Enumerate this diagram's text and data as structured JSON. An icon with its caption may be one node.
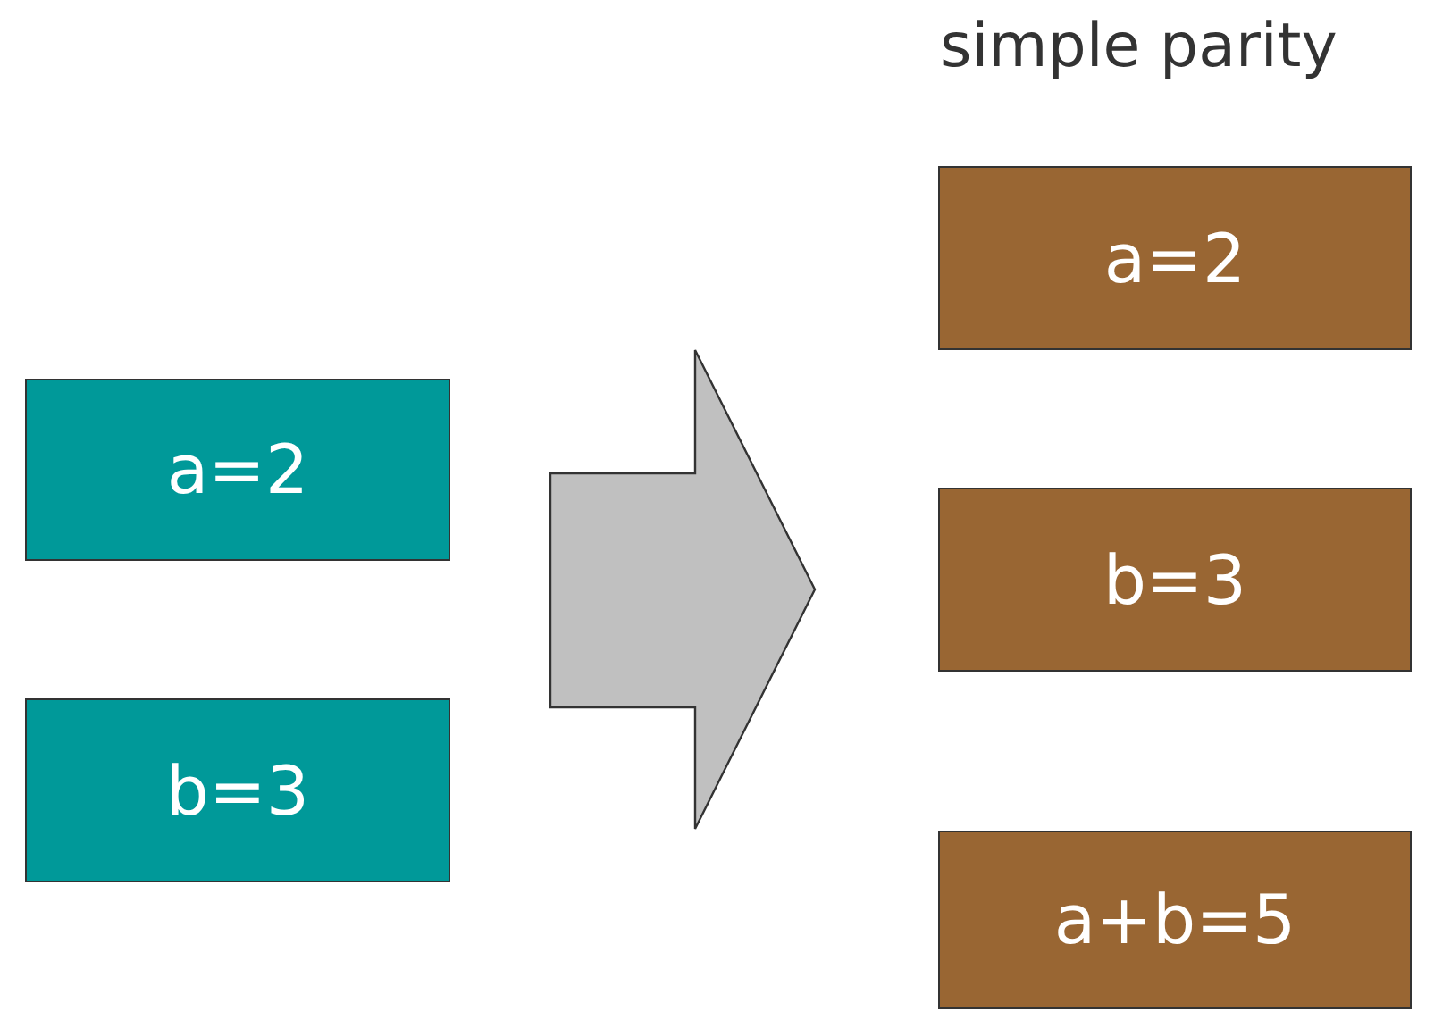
{
  "diagram": {
    "title": "simple parity",
    "nodes": [
      {
        "text": [
          "a=2"
        ]
      },
      {
        "text": [
          "b=3"
        ]
      },
      {
        "text": [],
        "shape": "arrow"
      },
      {
        "text": [
          "a=2"
        ]
      },
      {
        "text": [
          "b=3"
        ]
      },
      {
        "text": [
          "a+b=5"
        ]
      }
    ]
  }
}
